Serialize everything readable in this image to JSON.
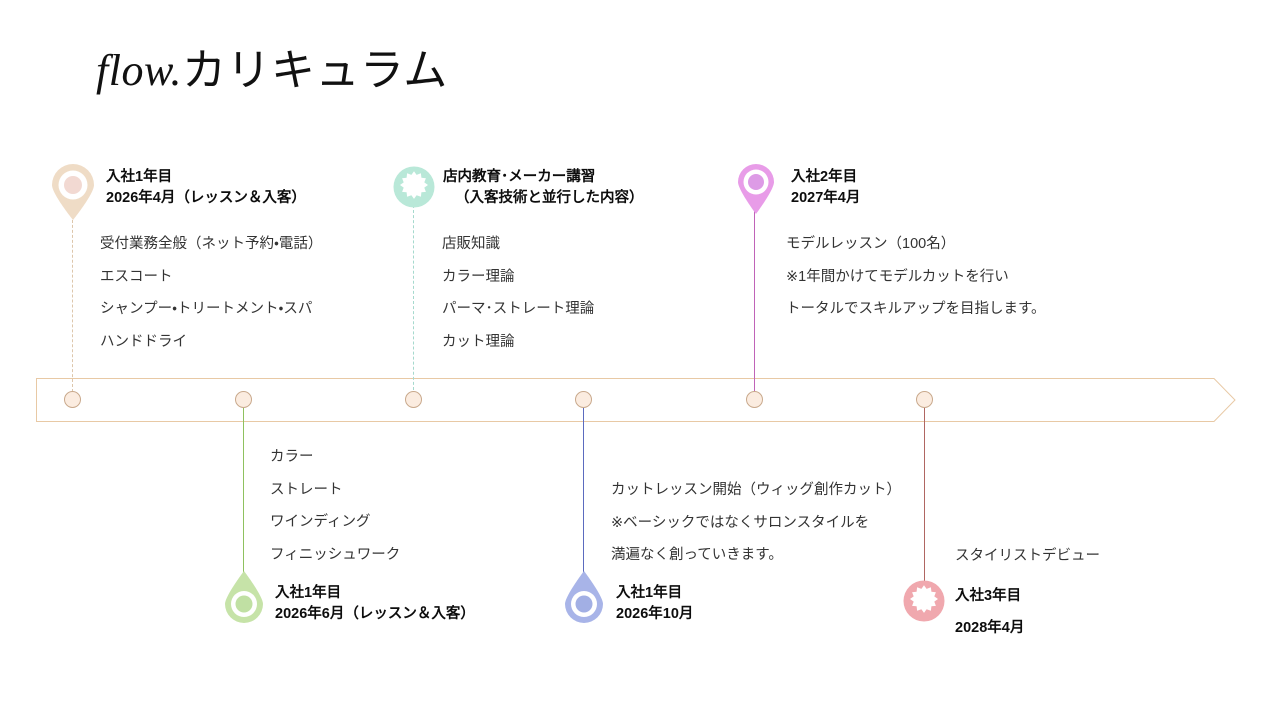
{
  "title": {
    "latin": "flow.",
    "jp": "カリキュラム"
  },
  "timeline": {
    "arrow_direction": "right",
    "bar_border_color": "#e8c9a5",
    "bar_fill_color": "#ffffff",
    "node_fill_color": "#fbece0",
    "node_border_color": "#c9a98c",
    "node_count": 6
  },
  "entries": [
    {
      "id": "entry-1",
      "side": "above",
      "marker_icon": "map-pin-icon",
      "marker_color": "#efdcc6",
      "line_style": "dashed",
      "heading_line1": "入社1年目",
      "heading_line2": "2026年4月（レッスン＆入客）",
      "body": [
        "受付業務全般（ネット予約・電話）",
        "エスコート",
        "シャンプー・トリートメント・スパ",
        "ハンドドライ"
      ]
    },
    {
      "id": "entry-2",
      "side": "below",
      "marker_icon": "map-pin-inverted-icon",
      "marker_color": "#c6e3a8",
      "line_style": "solid",
      "heading_line1": "入社1年目",
      "heading_line2": "2026年6月（レッスン＆入客）",
      "body": [
        "カラー",
        "ストレート",
        "ワインディング",
        "フィニッシュワーク"
      ]
    },
    {
      "id": "entry-3",
      "side": "above",
      "marker_icon": "starburst-badge-icon",
      "marker_color": "#b9e8d8",
      "line_style": "dashed",
      "heading_line1": "店内教育･メーカー講習",
      "heading_line2": "（入客技術と並行した内容）",
      "body": [
        "店販知識",
        "カラー理論",
        "パーマ･ストレート理論",
        "カット理論"
      ]
    },
    {
      "id": "entry-4",
      "side": "below",
      "marker_icon": "map-pin-inverted-icon",
      "marker_color": "#a8b4e8",
      "line_style": "solid",
      "heading_line1": "入社1年目",
      "heading_line2": "2026年10月",
      "body": [
        "カットレッスン開始（ウィッグ創作カット）",
        "※ベーシックではなくサロンスタイルを",
        "満遍なく創っていきます。"
      ]
    },
    {
      "id": "entry-5",
      "side": "above",
      "marker_icon": "map-pin-icon",
      "marker_color": "#e89ce8",
      "line_style": "solid",
      "heading_line1": "入社2年目",
      "heading_line2": "2027年4月",
      "body": [
        "モデルレッスン（100名）",
        "※1年間かけてモデルカットを行い",
        "トータルでスキルアップを目指します。"
      ]
    },
    {
      "id": "entry-6",
      "side": "below",
      "marker_icon": "starburst-badge-icon",
      "marker_color": "#f0a8ae",
      "line_style": "solid",
      "heading_line1": "入社3年目",
      "heading_line2": "2028年4月",
      "body": [
        "スタイリストデビュー"
      ]
    }
  ]
}
